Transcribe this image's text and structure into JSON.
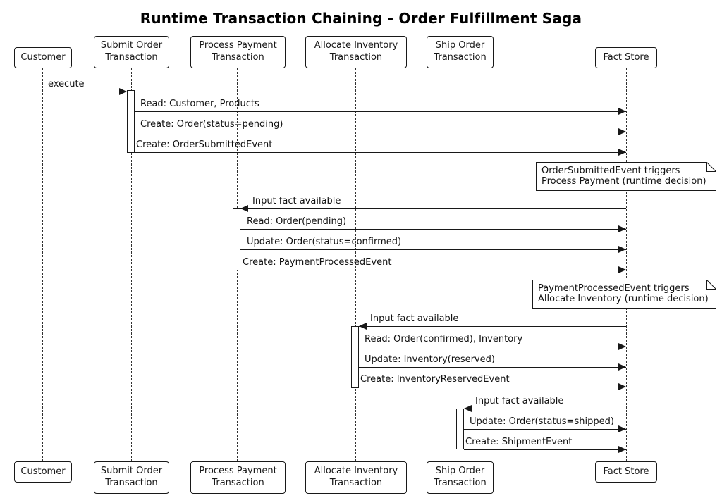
{
  "title": "Runtime Transaction Chaining - Order Fulfillment Saga",
  "participants": [
    {
      "label": "Customer"
    },
    {
      "label": "Submit Order\nTransaction"
    },
    {
      "label": "Process Payment\nTransaction"
    },
    {
      "label": "Allocate Inventory\nTransaction"
    },
    {
      "label": "Ship Order\nTransaction"
    },
    {
      "label": "Fact Store"
    }
  ],
  "messages": [
    {
      "label": "execute",
      "from": "Customer",
      "to": "Submit Order Transaction"
    },
    {
      "label": "Read: Customer, Products",
      "from": "Submit Order Transaction",
      "to": "Fact Store"
    },
    {
      "label": "Create: Order(status=pending)",
      "from": "Submit Order Transaction",
      "to": "Fact Store"
    },
    {
      "label": "Create: OrderSubmittedEvent",
      "from": "Submit Order Transaction",
      "to": "Fact Store"
    },
    {
      "label": "Input fact available",
      "from": "Fact Store",
      "to": "Process Payment Transaction"
    },
    {
      "label": "Read: Order(pending)",
      "from": "Process Payment Transaction",
      "to": "Fact Store"
    },
    {
      "label": "Update: Order(status=confirmed)",
      "from": "Process Payment Transaction",
      "to": "Fact Store"
    },
    {
      "label": "Create: PaymentProcessedEvent",
      "from": "Process Payment Transaction",
      "to": "Fact Store"
    },
    {
      "label": "Input fact available",
      "from": "Fact Store",
      "to": "Allocate Inventory Transaction"
    },
    {
      "label": "Read: Order(confirmed), Inventory",
      "from": "Allocate Inventory Transaction",
      "to": "Fact Store"
    },
    {
      "label": "Update: Inventory(reserved)",
      "from": "Allocate Inventory Transaction",
      "to": "Fact Store"
    },
    {
      "label": "Create: InventoryReservedEvent",
      "from": "Allocate Inventory Transaction",
      "to": "Fact Store"
    },
    {
      "label": "Input fact available",
      "from": "Fact Store",
      "to": "Ship Order Transaction"
    },
    {
      "label": "Update: Order(status=shipped)",
      "from": "Ship Order Transaction",
      "to": "Fact Store"
    },
    {
      "label": "Create: ShipmentEvent",
      "from": "Ship Order Transaction",
      "to": "Fact Store"
    }
  ],
  "notes": [
    {
      "text": "OrderSubmittedEvent triggers\nProcess Payment (runtime decision)"
    },
    {
      "text": "PaymentProcessedEvent triggers\nAllocate Inventory (runtime decision)"
    }
  ],
  "colors": {
    "line": "#181818",
    "background": "#ffffff",
    "text": "#000000"
  }
}
